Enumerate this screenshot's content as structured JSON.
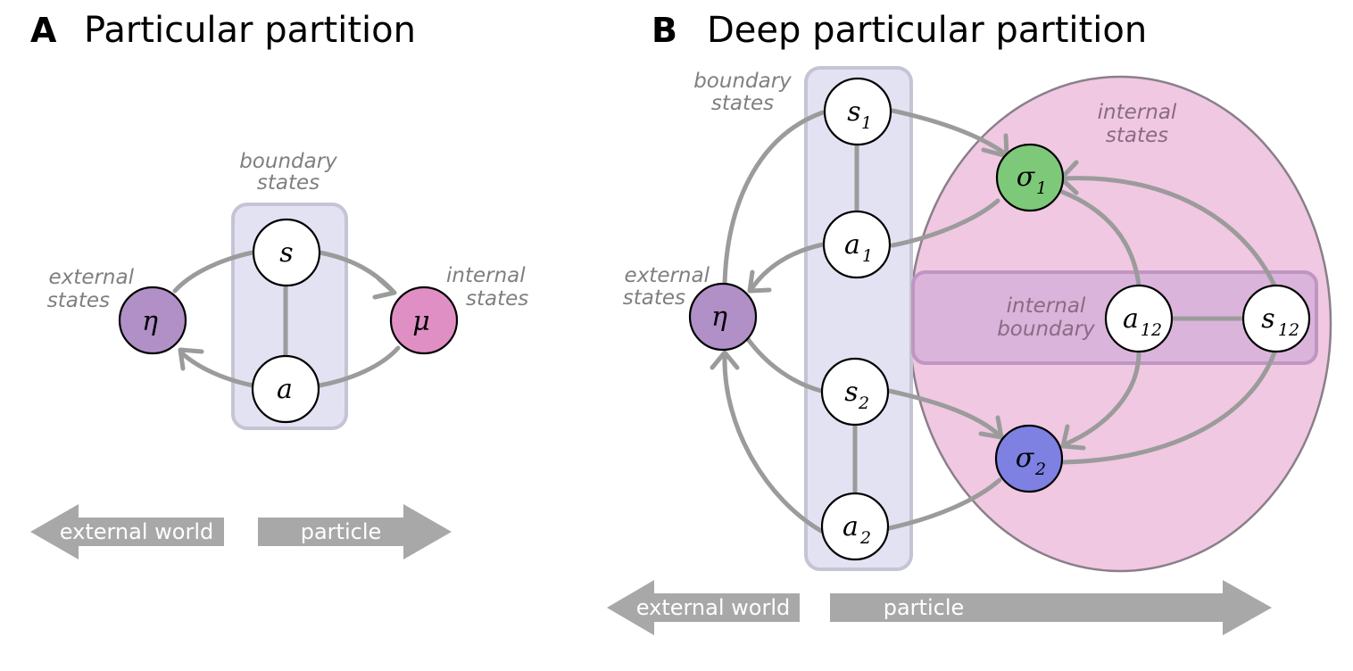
{
  "panel_a": {
    "letter": "A",
    "title": "Particular partition",
    "boundary_label": [
      "boundary",
      "states"
    ],
    "external_label": [
      "external",
      "states"
    ],
    "internal_label": [
      "internal",
      "states"
    ],
    "nodes": {
      "eta": "η",
      "mu": "μ",
      "s": "s",
      "a": "a"
    },
    "left_arrow": "external world",
    "right_arrow": "particle"
  },
  "panel_b": {
    "letter": "B",
    "title": "Deep particular partition",
    "boundary_label": [
      "boundary",
      "states"
    ],
    "external_label": [
      "external",
      "states"
    ],
    "internal_label": [
      "internal",
      "states"
    ],
    "internal_boundary_label": [
      "internal",
      "boundary"
    ],
    "nodes": {
      "eta": "η",
      "s1": "s",
      "s1_sub": "1",
      "a1": "a",
      "a1_sub": "1",
      "s2": "s",
      "s2_sub": "2",
      "a2": "a",
      "a2_sub": "2",
      "sigma1": "σ",
      "sigma1_sub": "1",
      "sigma2": "σ",
      "sigma2_sub": "2",
      "a12": "a",
      "a12_sub": "12",
      "s12": "s",
      "s12_sub": "12"
    },
    "left_arrow": "external world",
    "right_arrow": "particle"
  },
  "colors": {
    "external_node": "#b18fc7",
    "internal_node_a": "#e08fc4",
    "sigma1_node": "#7ec87a",
    "sigma2_node": "#7e80e2",
    "boundary_region": "#e2e2f2",
    "internal_region": "#f0c8e2",
    "internal_boundary_region": "#d6b0d9",
    "edge": "#9b9b9b",
    "arrow_fill": "#a8a8a8"
  }
}
